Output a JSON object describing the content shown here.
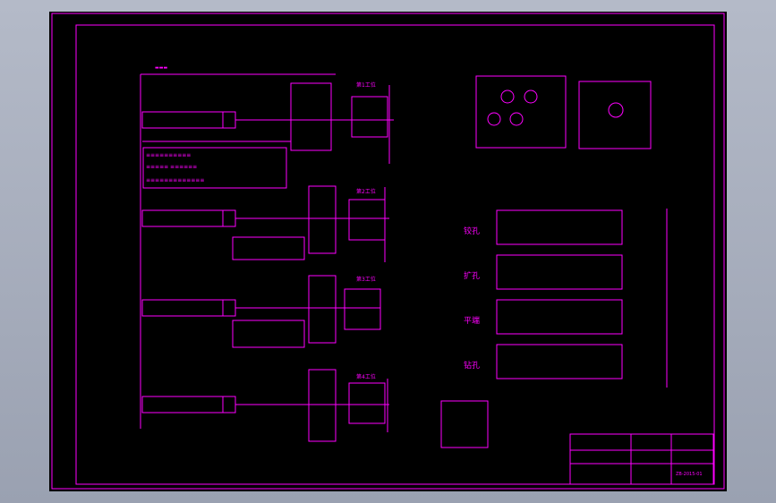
{
  "drawing": {
    "process_labels": [
      "铰孔",
      "扩孔",
      "平端",
      "钻孔"
    ],
    "station_labels": [
      "第1工位",
      "第2工位",
      "第3工位",
      "第4工位"
    ],
    "drawing_no": "ZB-2015-01"
  },
  "colors": {
    "background": "#000000",
    "lines": "#ff00ff",
    "window": "#a9b0bf"
  }
}
